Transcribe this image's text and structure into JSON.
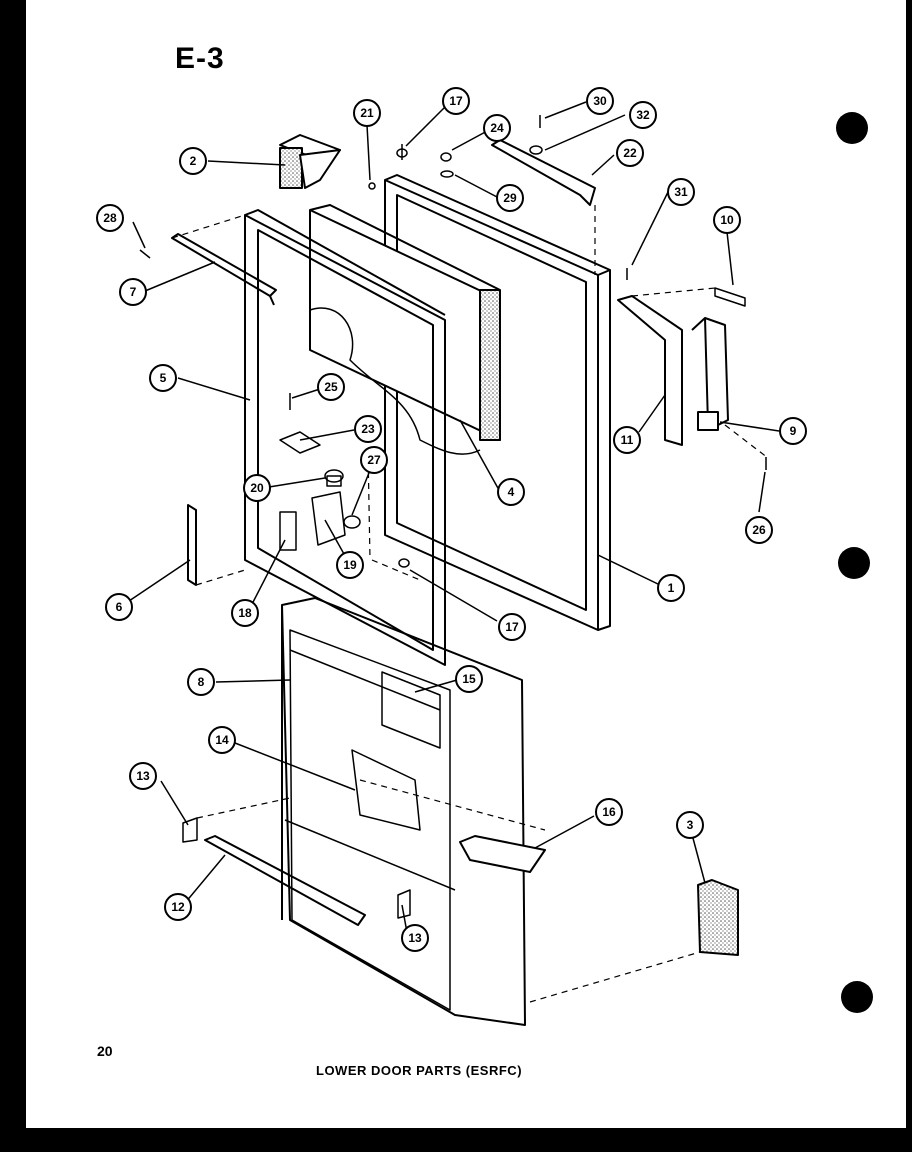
{
  "heading": "E-3",
  "page_number": "20",
  "caption": "LOWER DOOR PARTS (ESRFC)",
  "colors": {
    "ink": "#000000",
    "paper": "#ffffff",
    "stipple": "#555555"
  },
  "callouts": [
    "1",
    "2",
    "3",
    "4",
    "5",
    "6",
    "7",
    "8",
    "9",
    "10",
    "11",
    "12",
    "13",
    "13",
    "14",
    "15",
    "16",
    "17",
    "17",
    "18",
    "19",
    "20",
    "21",
    "22",
    "23",
    "24",
    "25",
    "26",
    "27",
    "28",
    "29",
    "30",
    "31",
    "32"
  ]
}
